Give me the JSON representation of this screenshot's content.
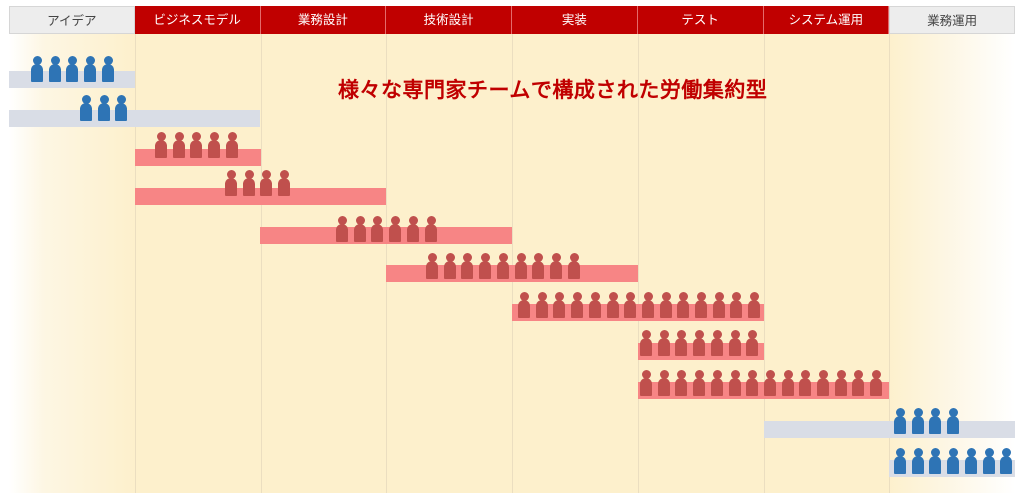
{
  "headline": "様々な専門家チームで構成された労働集約型",
  "phases": [
    {
      "label": "アイデア",
      "highlight": false
    },
    {
      "label": "ビジネスモデル",
      "highlight": true
    },
    {
      "label": "業務設計",
      "highlight": true
    },
    {
      "label": "技術設計",
      "highlight": true
    },
    {
      "label": "実装",
      "highlight": true
    },
    {
      "label": "テスト",
      "highlight": true
    },
    {
      "label": "システム運用",
      "highlight": true
    },
    {
      "label": "業務運用",
      "highlight": false
    }
  ],
  "colors": {
    "header_red": "#c00000",
    "header_grey": "#ededed",
    "bar_red": "#f78585",
    "bar_grey": "#d9dde6",
    "person_blue": "#2e74b5",
    "person_red": "#c0504d",
    "headline": "#c00000"
  },
  "icons": {
    "person": "person-icon"
  },
  "teams": [
    {
      "color": "grey",
      "people_color": "blue",
      "people": 5
    },
    {
      "color": "grey",
      "people_color": "blue",
      "people": 3
    },
    {
      "color": "red",
      "people_color": "red",
      "people": 5
    },
    {
      "color": "red",
      "people_color": "red",
      "people": 4
    },
    {
      "color": "red",
      "people_color": "red",
      "people": 6
    },
    {
      "color": "red",
      "people_color": "red",
      "people": 9
    },
    {
      "color": "red",
      "people_color": "red",
      "people": 14
    },
    {
      "color": "red",
      "people_color": "red",
      "people": 7
    },
    {
      "color": "red",
      "people_color": "red",
      "people": 14
    },
    {
      "color": "grey",
      "people_color": "blue",
      "people": 4
    },
    {
      "color": "grey",
      "people_color": "blue",
      "people": 7
    }
  ]
}
